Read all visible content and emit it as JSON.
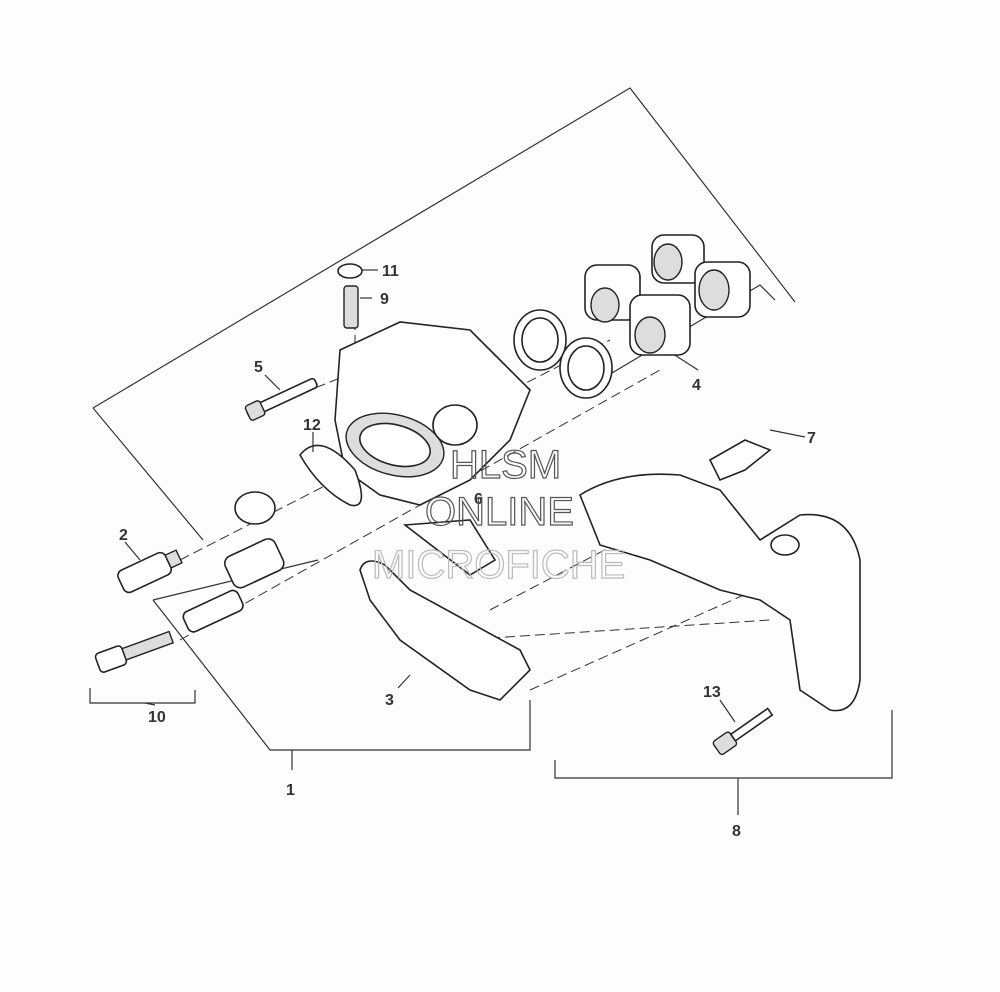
{
  "callouts": {
    "c1": "1",
    "c2": "2",
    "c3": "3",
    "c4": "4",
    "c5": "5",
    "c6": "6",
    "c7": "7",
    "c8": "8",
    "c9": "9",
    "c10": "10",
    "c11": "11",
    "c12": "12",
    "c13": "13"
  },
  "watermark": {
    "line1": "HLSM",
    "line2": "ONLINE",
    "line3": "MICROFICHE"
  }
}
